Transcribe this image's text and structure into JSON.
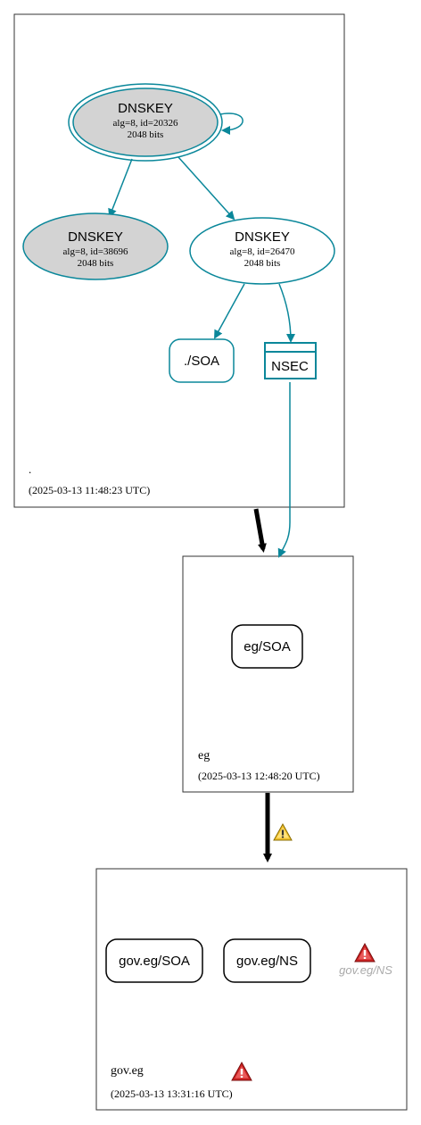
{
  "zones": {
    "root": {
      "name": ".",
      "timestamp": "(2025-03-13 11:48:23 UTC)"
    },
    "eg": {
      "name": "eg",
      "timestamp": "(2025-03-13 12:48:20 UTC)"
    },
    "goveg": {
      "name": "gov.eg",
      "timestamp": "(2025-03-13 13:31:16 UTC)"
    }
  },
  "nodes": {
    "dnskey_ksk": {
      "title": "DNSKEY",
      "line1": "alg=8, id=20326",
      "line2": "2048 bits"
    },
    "dnskey_38696": {
      "title": "DNSKEY",
      "line1": "alg=8, id=38696",
      "line2": "2048 bits"
    },
    "dnskey_zsk": {
      "title": "DNSKEY",
      "line1": "alg=8, id=26470",
      "line2": "2048 bits"
    },
    "root_soa": {
      "label": "./SOA"
    },
    "nsec": {
      "label": "NSEC"
    },
    "eg_soa": {
      "label": "eg/SOA"
    },
    "goveg_soa": {
      "label": "gov.eg/SOA"
    },
    "goveg_ns": {
      "label": "gov.eg/NS"
    },
    "goveg_ns_ghost": {
      "label": "gov.eg/NS"
    }
  },
  "colors": {
    "teal": "#0a879a",
    "key_fill": "#d3d3d3",
    "warn_yellow": "#f2c12e",
    "error_red": "#cc2222",
    "ghost_text": "#aaaaaa"
  }
}
